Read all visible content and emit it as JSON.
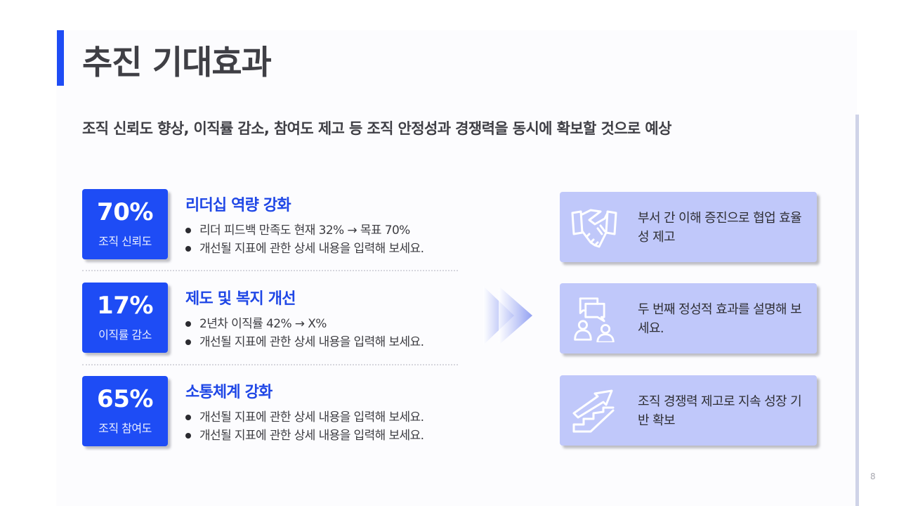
{
  "slide": {
    "title": "추진 기대효과",
    "subtitle": "조직 신뢰도 향상, 이직률 감소, 참여도 제고 등 조직 안정성과 경쟁력을 동시에 확보할 것으로 예상",
    "page_number": "8",
    "colors": {
      "accent": "#1e4cf5",
      "heading": "#1f47e6",
      "card_bg": "#c0c8fa",
      "text": "#3d3d42"
    }
  },
  "metrics": [
    {
      "value": "70%",
      "label": "조직 신뢰도",
      "heading": "리더십 역량 강화",
      "bullets": [
        "리더 피드백 만족도 현재 32% → 목표 70%",
        "개선될 지표에 관한 상세 내용을 입력해 보세요."
      ]
    },
    {
      "value": "17%",
      "label": "이직률 감소",
      "heading": "제도 및 복지 개선",
      "bullets": [
        "2년차 이직률 42% → X%",
        "개선될 지표에 관한 상세 내용을 입력해 보세요."
      ]
    },
    {
      "value": "65%",
      "label": "조직 참여도",
      "heading": "소통체계 강화",
      "bullets": [
        "개선될 지표에 관한 상세 내용을 입력해 보세요.",
        "개선될 지표에 관한 상세 내용을 입력해 보세요."
      ]
    }
  ],
  "arrow_icon": "double-chevron-right-icon",
  "effects": [
    {
      "icon": "handshake-icon",
      "text": "부서 간 이해 증진으로 협업 효율성 제고"
    },
    {
      "icon": "people-chat-icon",
      "text": "두 번째 정성적 효과를 설명해 보세요."
    },
    {
      "icon": "stairs-growth-icon",
      "text": "조직 경쟁력 제고로 지속 성장 기반 확보"
    }
  ]
}
